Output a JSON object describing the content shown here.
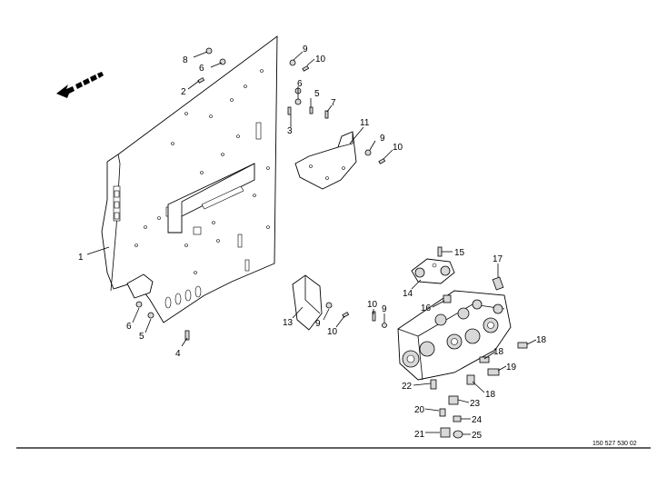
{
  "diagram": {
    "reference_number": "150 527 530 02",
    "callouts": [
      {
        "id": "c1",
        "label": "1"
      },
      {
        "id": "c2",
        "label": "2"
      },
      {
        "id": "c3",
        "label": "3"
      },
      {
        "id": "c4",
        "label": "4"
      },
      {
        "id": "c5a",
        "label": "5"
      },
      {
        "id": "c5b",
        "label": "5"
      },
      {
        "id": "c6a",
        "label": "6"
      },
      {
        "id": "c6b",
        "label": "6"
      },
      {
        "id": "c6c",
        "label": "6"
      },
      {
        "id": "c7",
        "label": "7"
      },
      {
        "id": "c8",
        "label": "8"
      },
      {
        "id": "c9a",
        "label": "9"
      },
      {
        "id": "c9b",
        "label": "9"
      },
      {
        "id": "c9c",
        "label": "9"
      },
      {
        "id": "c9d",
        "label": "9"
      },
      {
        "id": "c10a",
        "label": "10"
      },
      {
        "id": "c10b",
        "label": "10"
      },
      {
        "id": "c10c",
        "label": "10"
      },
      {
        "id": "c10d",
        "label": "10"
      },
      {
        "id": "c11",
        "label": "11"
      },
      {
        "id": "c13",
        "label": "13"
      },
      {
        "id": "c14",
        "label": "14"
      },
      {
        "id": "c15",
        "label": "15"
      },
      {
        "id": "c16",
        "label": "16"
      },
      {
        "id": "c17",
        "label": "17"
      },
      {
        "id": "c18a",
        "label": "18"
      },
      {
        "id": "c18b",
        "label": "18"
      },
      {
        "id": "c18c",
        "label": "18"
      },
      {
        "id": "c19",
        "label": "19"
      },
      {
        "id": "c20",
        "label": "20"
      },
      {
        "id": "c21",
        "label": "21"
      },
      {
        "id": "c22",
        "label": "22"
      },
      {
        "id": "c23",
        "label": "23"
      },
      {
        "id": "c24",
        "label": "24"
      },
      {
        "id": "c25",
        "label": "25"
      }
    ]
  }
}
